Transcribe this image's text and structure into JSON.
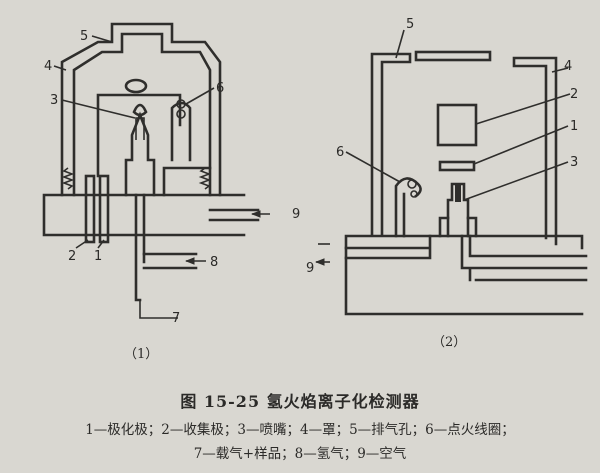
{
  "figure": {
    "title": "图 15-25  氢火焰离子化检测器",
    "legend_line1": "1—极化极；2—收集极；3—喷嘴；4—罩；5—排气孔；6—点火线圈；",
    "legend_line2": "7—载气+样品；8—氢气；9—空气"
  },
  "diagram1": {
    "sub_label": "（1）",
    "callouts": {
      "c1": "1",
      "c2": "2",
      "c3": "3",
      "c4": "4",
      "c5": "5",
      "c6": "6",
      "c7": "7",
      "c8": "8",
      "c9": "9"
    }
  },
  "diagram2": {
    "sub_label": "（2）",
    "callouts": {
      "c1": "1",
      "c2": "2",
      "c3": "3",
      "c4": "4",
      "c5": "5",
      "c6": "6",
      "c9": "9"
    }
  }
}
